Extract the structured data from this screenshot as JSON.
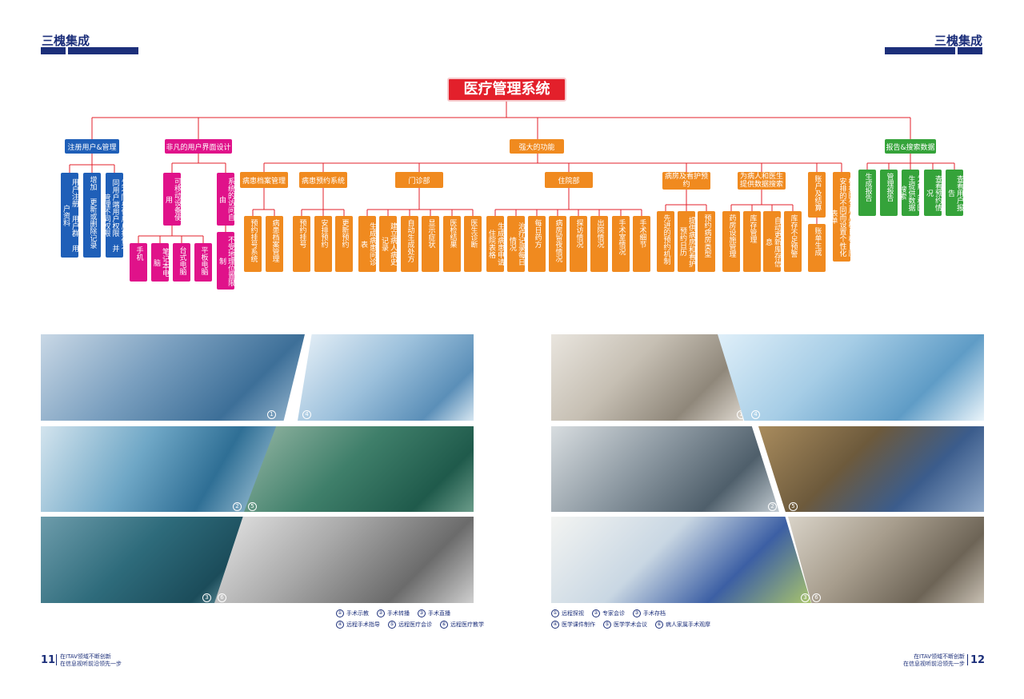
{
  "header": {
    "brand_left": "三槐集成",
    "brand_right": "三槐集成"
  },
  "colors": {
    "navy": "#1c2f7a",
    "red": "#e3202b",
    "blue": "#1f5fb8",
    "pink": "#e0128a",
    "orange": "#f08a1f",
    "green": "#35a33a"
  },
  "tree": {
    "root": "医疗管理系统",
    "register": {
      "label": "注册用户&管理",
      "children": [
        "用户注册 用户群 用户资料",
        "增加 更新或删除记录",
        "为不同身份用户提供不同用户端用户权限 并管理不同权限"
      ]
    },
    "ui": {
      "label": "非凡的用户界面设计",
      "mobile": "可移动设备使用",
      "devices": [
        "手机",
        "笔记本电脑",
        "台式电脑",
        "平板电脑"
      ],
      "access": "系统的访问自由",
      "access_child": "不受地理位置限制"
    },
    "features": {
      "label": "强大的功能",
      "archive": {
        "label": "病患档案管理",
        "children": [
          "预约挂号系统",
          "病患档案管理"
        ]
      },
      "booking": {
        "label": "病患预约系统",
        "children": [
          "预约挂号",
          "安排预约",
          "更新预约"
        ]
      },
      "outpatient": {
        "label": "门诊部",
        "children": [
          "生成病患问诊表",
          "建立病人病史记录",
          "自动生成处方",
          "显示症状",
          "医检结果",
          "医生诊断"
        ]
      },
      "inpatient": {
        "label": "住院部",
        "children": [
          "生成病患申请住院表格",
          "治疗记录每日情况",
          "每日药方",
          "病房留夜情况",
          "探访情况",
          "出院情况",
          "手术室情况",
          "手术细节"
        ]
      },
      "ward": {
        "label": "病房及看护预约",
        "children": [
          "先进的预约机制",
          "提供病房和看护预约日历",
          "预约病房类型"
        ]
      },
      "search": {
        "label": "为病人和医生提供数据搜索",
        "children": [
          "药房设施管理",
          "库存管理",
          "自动更新库存信息",
          "库存不足预警"
        ]
      },
      "billing": {
        "label": "账户及结算",
        "child": "账单生成"
      },
      "schedule": {
        "label": "根据医生用户群日程日历安排的不同而设置个性化表单"
      }
    },
    "reports": {
      "label": "报告&搜索数据",
      "children": [
        "生成报告",
        "管理报告",
        "为病人和医生提供数据搜索",
        "查看预约情况",
        "查看用户报告"
      ]
    }
  },
  "left_captions": [
    [
      "①",
      "手术示教"
    ],
    [
      "②",
      "手术转播"
    ],
    [
      "③",
      "手术直播"
    ],
    [
      "④",
      "远程手术指导"
    ],
    [
      "⑤",
      "远程医疗会诊"
    ],
    [
      "⑥",
      "远程医疗教学"
    ]
  ],
  "right_captions": [
    [
      "①",
      "远程探视"
    ],
    [
      "②",
      "专家会诊"
    ],
    [
      "③",
      "手术存档"
    ],
    [
      "④",
      "医学课件制作"
    ],
    [
      "⑤",
      "医学学术会议"
    ],
    [
      "⑥",
      "病人家属手术观摩"
    ]
  ],
  "photo_numbers": {
    "left": [
      "1",
      "4",
      "2",
      "5",
      "3",
      "6"
    ],
    "right": [
      "1",
      "4",
      "2",
      "5",
      "3",
      "6"
    ]
  },
  "footer": {
    "left_page": "11",
    "right_page": "12",
    "tag_line1": "在ITAV领域不断创新",
    "tag_line2": "在信息视听前沿领先一步"
  }
}
